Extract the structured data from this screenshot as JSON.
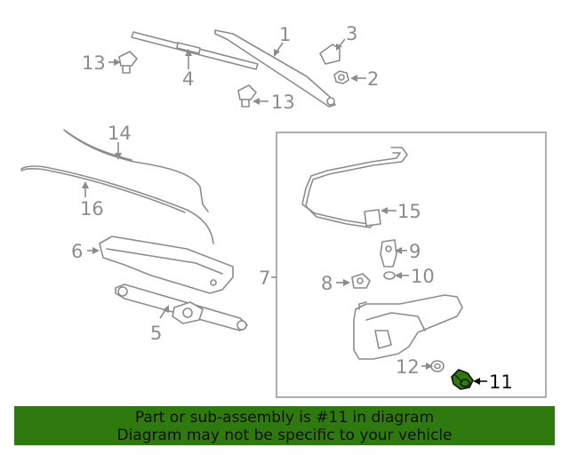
{
  "callouts": {
    "c1": "1",
    "c2": "2",
    "c3": "3",
    "c4": "4",
    "c5": "5",
    "c6": "6",
    "c7": "7",
    "c8": "8",
    "c9": "9",
    "c10": "10",
    "c11": "11",
    "c12": "12",
    "c13a": "13",
    "c13b": "13",
    "c14": "14",
    "c15": "15",
    "c16": "16"
  },
  "highlight": {
    "part": "11",
    "color": "#2f7a0f"
  },
  "footer": {
    "line1": "Part or sub-assembly is #11 in diagram",
    "line2": "Diagram may not be specific to your vehicle",
    "background": "#2f7a0f"
  }
}
